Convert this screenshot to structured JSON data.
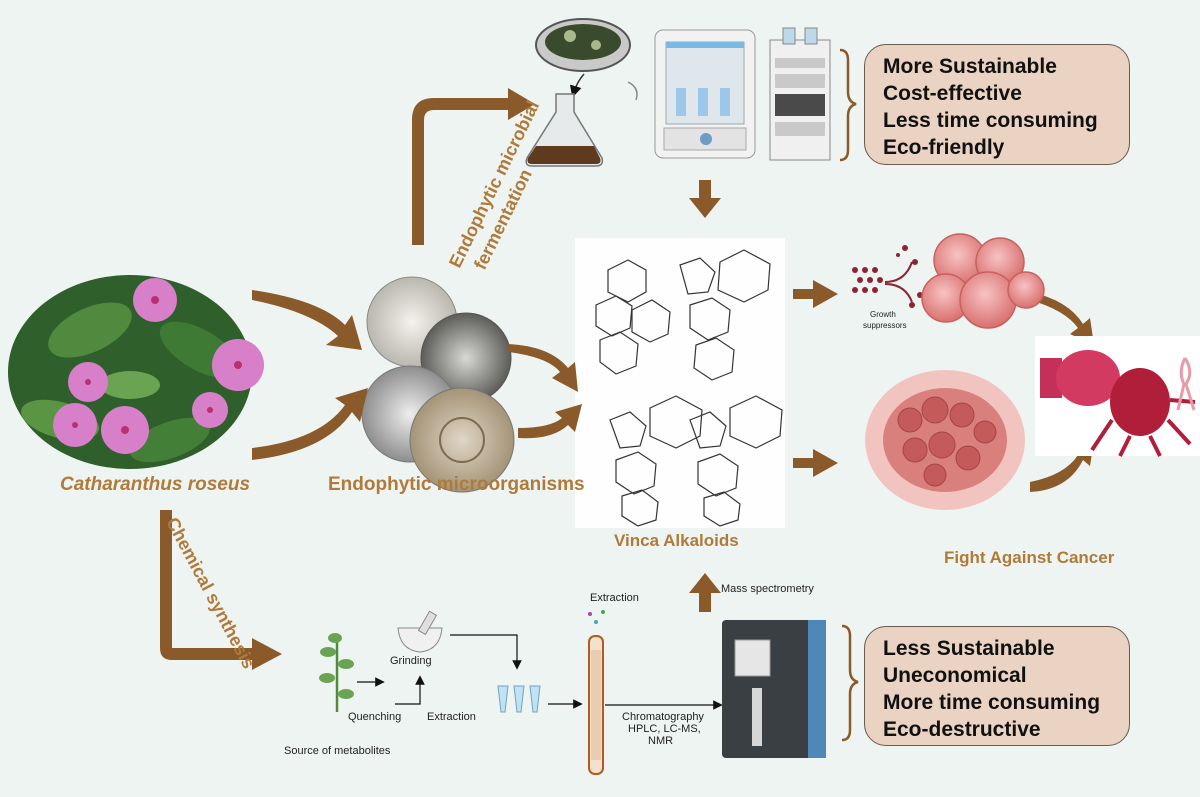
{
  "labels": {
    "plant": "Catharanthus roseus",
    "endophytes": "Endophytic microorganisms",
    "vinca": "Vinca Alkaloids",
    "fight": "Fight Against Cancer",
    "fermentation_line1": "Endophytic microbial",
    "fermentation_line2": "fermentation",
    "chemical_synthesis": "Chemical synthesis",
    "growth_suppressors_line1": "Growth",
    "growth_suppressors_line2": "suppressors",
    "quenching": "Quenching",
    "grinding": "Grinding",
    "extraction_left": "Extraction",
    "extraction_top": "Extraction",
    "source": "Source of metabolites",
    "chromatography_line1": "Chromatography",
    "chromatography_line2": "HPLC, LC-MS,",
    "chromatography_line3": "NMR",
    "mass_spec": "Mass spectrometry"
  },
  "top_box": {
    "items": [
      "More Sustainable",
      "Cost-effective",
      "Less time consuming",
      "Eco-friendly"
    ]
  },
  "bottom_box": {
    "items": [
      "Less Sustainable",
      "Uneconomical",
      "More time consuming",
      "Eco-destructive"
    ]
  },
  "colors": {
    "arrow": "#8a5a2b",
    "label": "#b07a3a",
    "box_fill": "#ead3c2",
    "flower": "#d77fc9",
    "cancer_cell": "#e79a9a"
  }
}
